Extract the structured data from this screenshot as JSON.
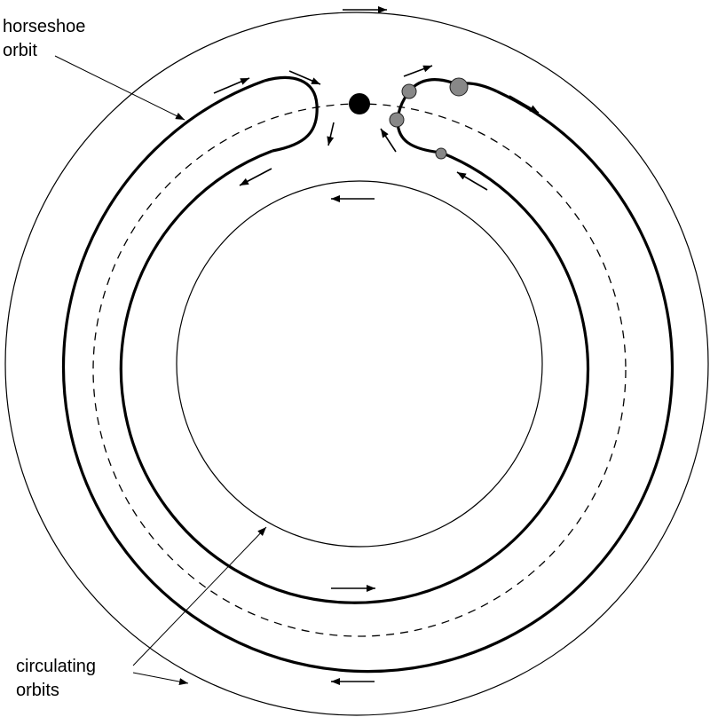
{
  "labels": {
    "horseshoe_line1": "horseshoe",
    "horseshoe_line2": "orbit",
    "circulating_line1": "circulating",
    "circulating_line2": "orbits"
  },
  "colors": {
    "stroke": "#000000",
    "planet": "#000000",
    "particle_fill": "#888888",
    "background": "#ffffff"
  }
}
